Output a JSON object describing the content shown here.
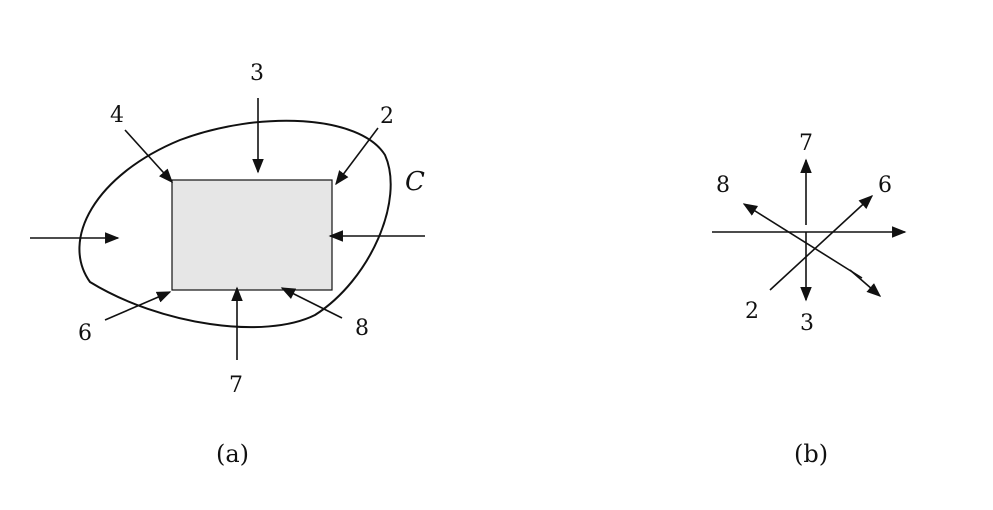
{
  "panel_a": {
    "curve_label": "C",
    "arrow_labels": [
      "3",
      "4",
      "2",
      "6",
      "7",
      "8"
    ],
    "caption": "(a)"
  },
  "panel_b": {
    "vector_labels": [
      "7",
      "8",
      "6",
      "2",
      "3"
    ],
    "caption": "(b)"
  },
  "colors": {
    "ink": "#111111",
    "background": "#ffffff"
  }
}
